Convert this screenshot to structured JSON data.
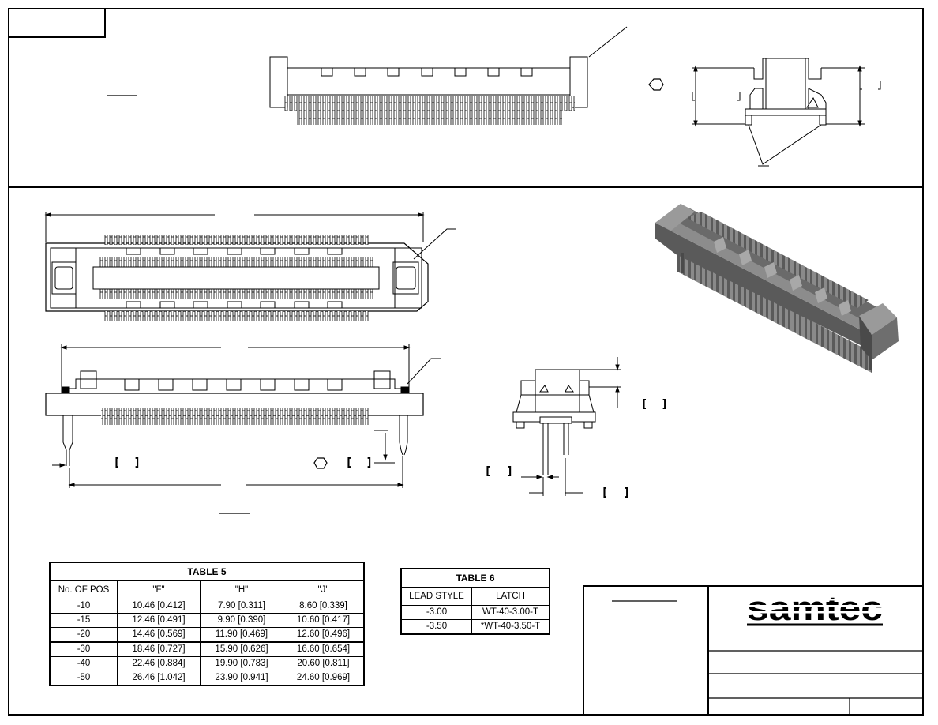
{
  "table5": {
    "title": "TABLE 5",
    "headers": [
      "No. OF POS",
      "\"F\"",
      "\"H\"",
      "\"J\""
    ],
    "rows": [
      [
        "-10",
        "10.46 [0.412]",
        "7.90 [0.311]",
        "8.60 [0.339]"
      ],
      [
        "-15",
        "12.46 [0.491]",
        "9.90 [0.390]",
        "10.60 [0.417]"
      ],
      [
        "-20",
        "14.46 [0.569]",
        "11.90 [0.469]",
        "12.60 [0.496]"
      ],
      [
        "-30",
        "18.46 [0.727]",
        "15.90 [0.626]",
        "16.60 [0.654]"
      ],
      [
        "-40",
        "22.46 [0.884]",
        "19.90 [0.783]",
        "20.60 [0.811]"
      ],
      [
        "-50",
        "26.46 [1.042]",
        "23.90 [0.941]",
        "24.60 [0.969]"
      ]
    ]
  },
  "table6": {
    "title": "TABLE 6",
    "headers": [
      "LEAD STYLE",
      "LATCH"
    ],
    "rows": [
      [
        "-3.00",
        "WT-40-3.00-T"
      ],
      [
        "-3.50",
        "*WT-40-3.50-T"
      ]
    ]
  },
  "title_block": {
    "logo_text": "samtec"
  },
  "dimension_brackets": {
    "open": "[",
    "close": "]"
  },
  "colors": {
    "line": "#000000",
    "render_dark": "#4a4a4a",
    "render_mid": "#7a7a7a",
    "render_light": "#a8a8a8"
  }
}
